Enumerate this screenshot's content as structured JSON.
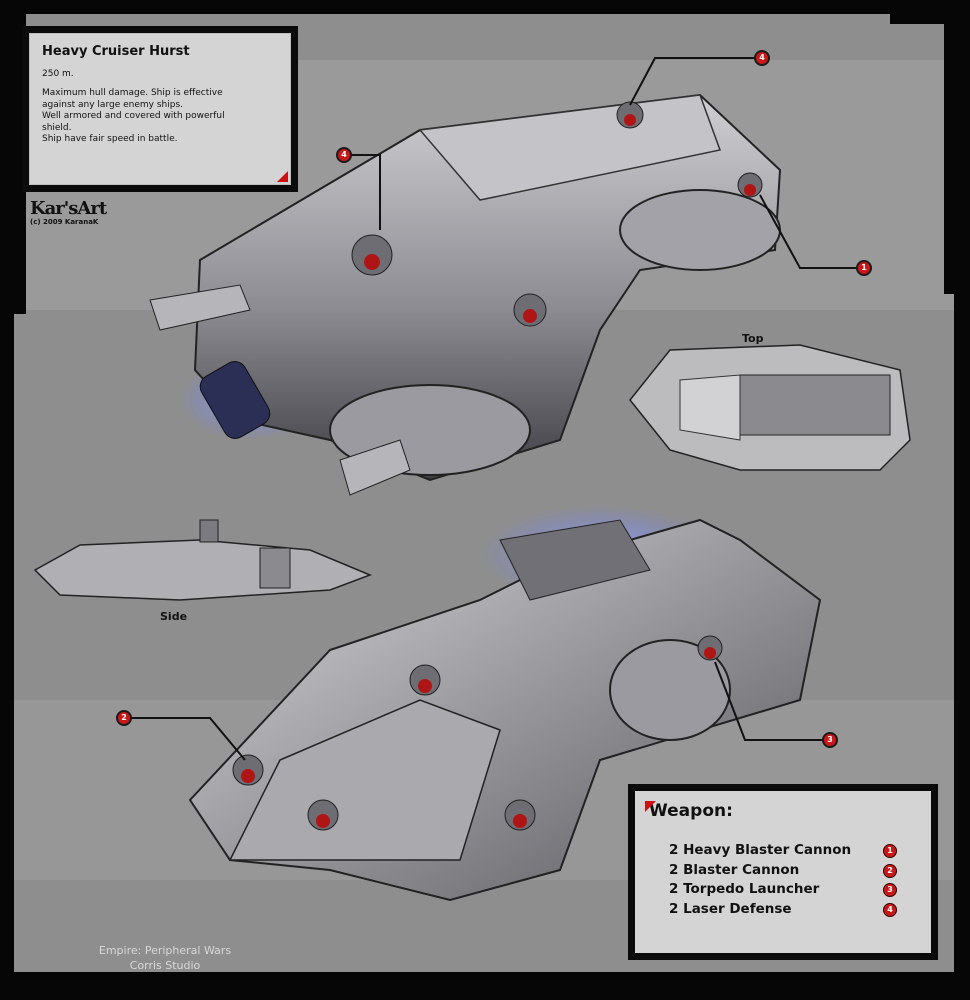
{
  "info": {
    "title": "Heavy Cruiser Hurst",
    "length": "250 m.",
    "description": [
      "Maximum hull damage. Ship is effective",
      "against any large enemy ships.",
      "Well armored and covered with powerful",
      "shield.",
      "Ship have fair speed in battle."
    ]
  },
  "logo": {
    "main": "Kar'sArt",
    "sub": "(c) 2009 KaranaK"
  },
  "views": {
    "top": "Top",
    "side": "Side"
  },
  "weapon": {
    "title": "Weapon:",
    "items": [
      {
        "label": "2 Heavy Blaster Cannon",
        "badge": "1"
      },
      {
        "label": "2 Blaster Cannon",
        "badge": "2"
      },
      {
        "label": "2 Torpedo Launcher",
        "badge": "3"
      },
      {
        "label": "2 Laser Defense",
        "badge": "4"
      }
    ]
  },
  "credits": {
    "line1": "Empire: Peripheral Wars",
    "line2": "Corris Studio"
  },
  "callouts": [
    "4",
    "4",
    "1",
    "2",
    "3"
  ],
  "colors": {
    "accent": "#c81818",
    "panel": "#8e8e8e",
    "box": "#d4d4d4",
    "frame": "#060606",
    "engine_glow": "#6c7cff"
  }
}
